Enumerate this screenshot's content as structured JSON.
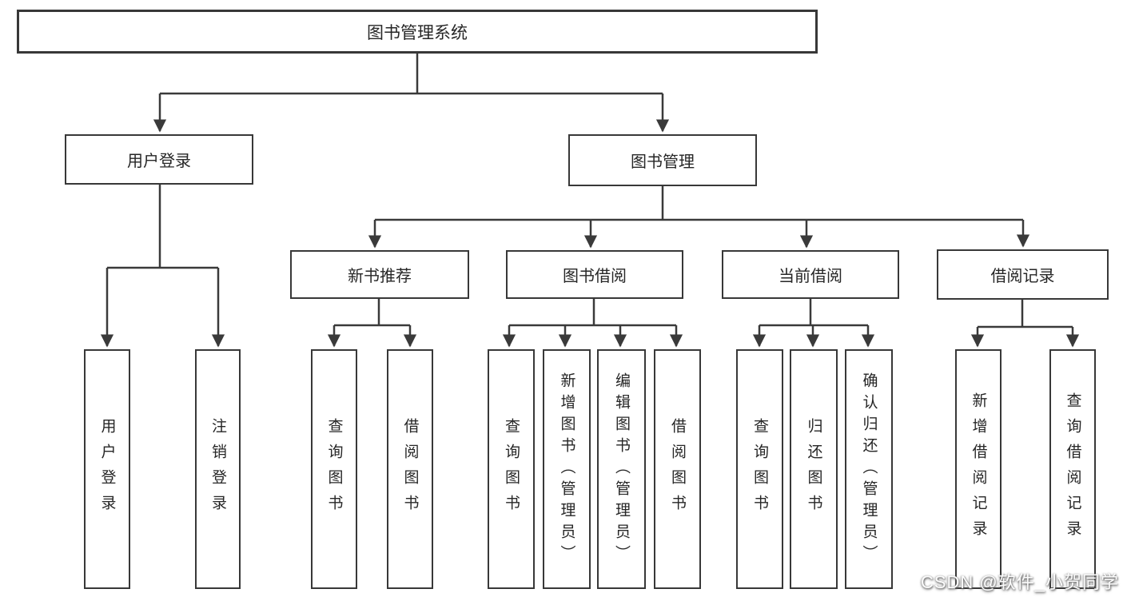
{
  "diagram": {
    "title": "图书管理系统",
    "root": {
      "label": "图书管理系统"
    },
    "level2": [
      {
        "id": "user-login",
        "label": "用户登录"
      },
      {
        "id": "book-management",
        "label": "图书管理"
      }
    ],
    "level3": [
      {
        "id": "new-book-recommend",
        "parent": "图书管理",
        "label": "新书推荐"
      },
      {
        "id": "book-borrowing",
        "parent": "图书管理",
        "label": "图书借阅"
      },
      {
        "id": "current-borrowing",
        "parent": "图书管理",
        "label": "当前借阅"
      },
      {
        "id": "borrowing-records",
        "parent": "图书管理",
        "label": "借阅记录"
      }
    ],
    "leaves": [
      {
        "parent": "用户登录",
        "label": "用户登录"
      },
      {
        "parent": "用户登录",
        "label": "注销登录"
      },
      {
        "parent": "新书推荐",
        "label": "查询图书"
      },
      {
        "parent": "新书推荐",
        "label": "借阅图书"
      },
      {
        "parent": "图书借阅",
        "label": "查询图书"
      },
      {
        "parent": "图书借阅",
        "label": "新增图书（管理员）"
      },
      {
        "parent": "图书借阅",
        "label": "编辑图书（管理员）"
      },
      {
        "parent": "图书借阅",
        "label": "借阅图书"
      },
      {
        "parent": "当前借阅",
        "label": "查询图书"
      },
      {
        "parent": "当前借阅",
        "label": "归还图书"
      },
      {
        "parent": "当前借阅",
        "label": "确认归还（管理员）"
      },
      {
        "parent": "借阅记录",
        "label": "新增借阅记录"
      },
      {
        "parent": "借阅记录",
        "label": "查询借阅记录"
      }
    ]
  },
  "watermark": {
    "text": "CSDN @软件_小贺同学"
  },
  "colors": {
    "line": "#3a3a3a",
    "box_border": "#383838",
    "text": "#262626",
    "background": "#ffffff",
    "watermark_text": "#fcfcfc"
  }
}
